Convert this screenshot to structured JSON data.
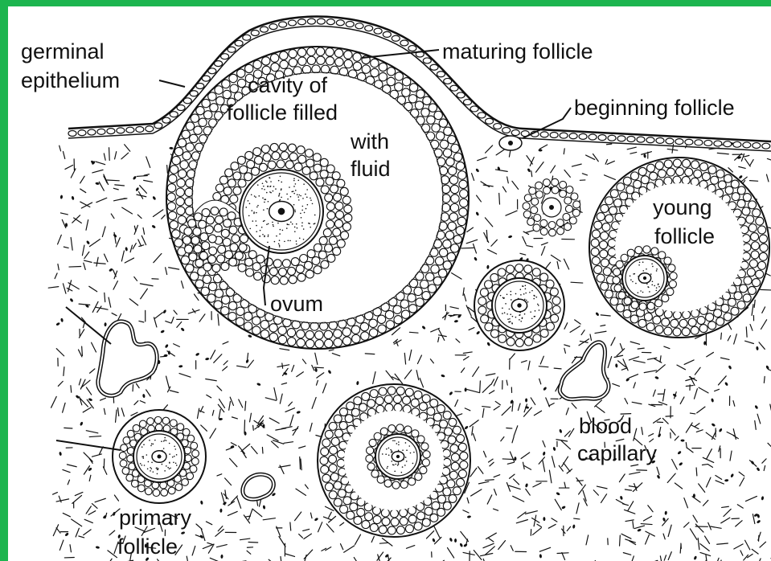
{
  "labels": {
    "germinal_epithelium_1": "germinal",
    "germinal_epithelium_2": "epithelium",
    "maturing_follicle": "maturing  follicle",
    "cavity_1": "cavity  of",
    "cavity_2": "follicle filled",
    "cavity_3": "with",
    "cavity_4": "fluid",
    "beginning_follicle": "beginning follicle",
    "young_follicle_1": "young",
    "young_follicle_2": "follicle",
    "ovum": "ovum",
    "blood_capillary_1": "blood",
    "blood_capillary_2": "capillary",
    "primary_follicle_1": "primary",
    "primary_follicle_2": "follicle"
  },
  "colors": {
    "border": "#1db54f",
    "ink": "#111111",
    "paper": "#ffffff"
  }
}
